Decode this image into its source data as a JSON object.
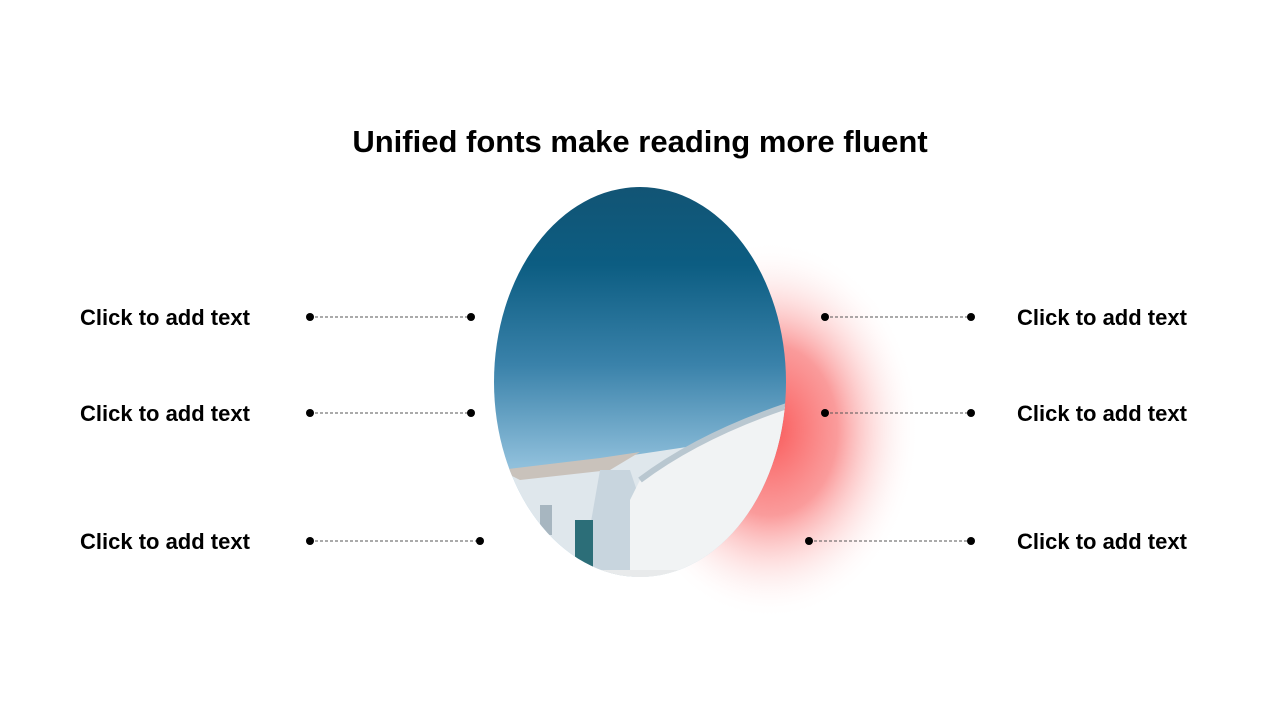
{
  "slide": {
    "title": "Unified fonts make reading more fluent",
    "left_items": [
      {
        "label": "Click to add text"
      },
      {
        "label": "Click to add text"
      },
      {
        "label": "Click to add text"
      }
    ],
    "right_items": [
      {
        "label": "Click to add text"
      },
      {
        "label": "Click to add text"
      },
      {
        "label": "Click to add text"
      }
    ],
    "colors": {
      "accent_glow": "#f95a5a",
      "sky_top": "#0d5a80",
      "sky_bottom": "#a8d0e6"
    }
  }
}
